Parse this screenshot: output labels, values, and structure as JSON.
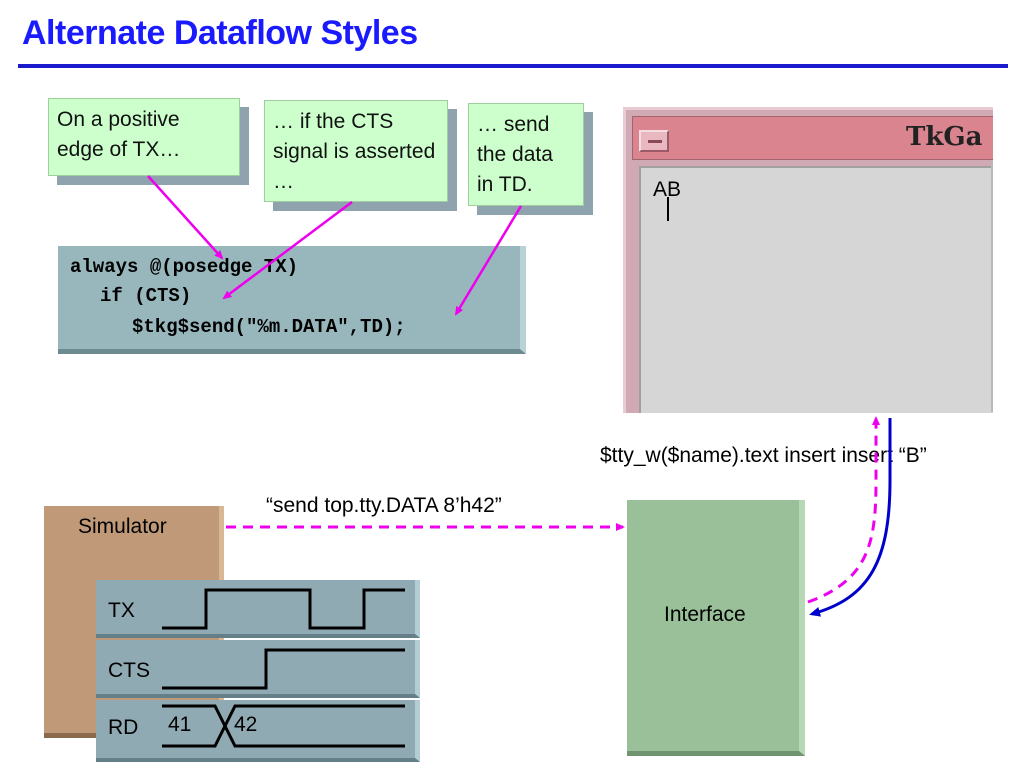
{
  "slide": {
    "title": "Alternate Dataflow Styles"
  },
  "notes": {
    "posedge": "On a positive edge of TX…",
    "cts": "… if the CTS signal is asserted …",
    "send": "… send the data in TD."
  },
  "code": {
    "line1": "always @(posedge TX)",
    "line2": "if (CTS)",
    "line3": "$tkg$send(\"%m.DATA\",TD);"
  },
  "tkgate": {
    "title": "TkGa",
    "text_before_cursor": "A",
    "text_after_cursor": "B"
  },
  "labels": {
    "tty_command": "$tty_w($name).text insert insert “B”",
    "send_command": "“send top.tty.DATA 8’h42”",
    "simulator": "Simulator",
    "interface": "Interface"
  },
  "signals": {
    "tx": "TX",
    "cts": "CTS",
    "rd": "RD",
    "rd_value_before": "41",
    "rd_value_after": "42"
  },
  "colors": {
    "title": "#1a1aff",
    "callout_arrow": "#ee00ee",
    "return_arrow": "#0000cc",
    "note_bg": "#ccffcc"
  }
}
